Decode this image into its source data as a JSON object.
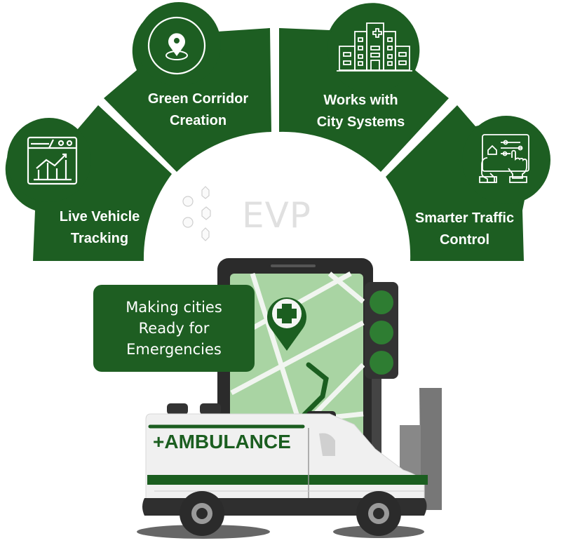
{
  "diagram": {
    "center_label": "EVP",
    "segments": [
      {
        "id": "live-vehicle-tracking",
        "line1": "Live Vehicle",
        "line2": "Tracking",
        "icon": "analytics-dashboard-icon"
      },
      {
        "id": "green-corridor-creation",
        "line1": "Green Corridor",
        "line2": "Creation",
        "icon": "location-pin-icon"
      },
      {
        "id": "works-with-city-systems",
        "line1": "Works with",
        "line2": "City Systems",
        "icon": "hospital-building-icon"
      },
      {
        "id": "smarter-traffic-control",
        "line1": "Smarter Traffic",
        "line2": "Control",
        "icon": "tablet-control-icon"
      }
    ],
    "callout": {
      "line1": "Making cities",
      "line2": "Ready for",
      "line3": "Emergencies"
    },
    "ambulance_label": "+AMBULANCE"
  },
  "colors": {
    "segment_green": "#1d5e22",
    "dark_green": "#1b5e20",
    "map_green": "#a9d4a3",
    "device_dark": "#2b2b2b",
    "evp_gray": "#e0e0e0"
  }
}
